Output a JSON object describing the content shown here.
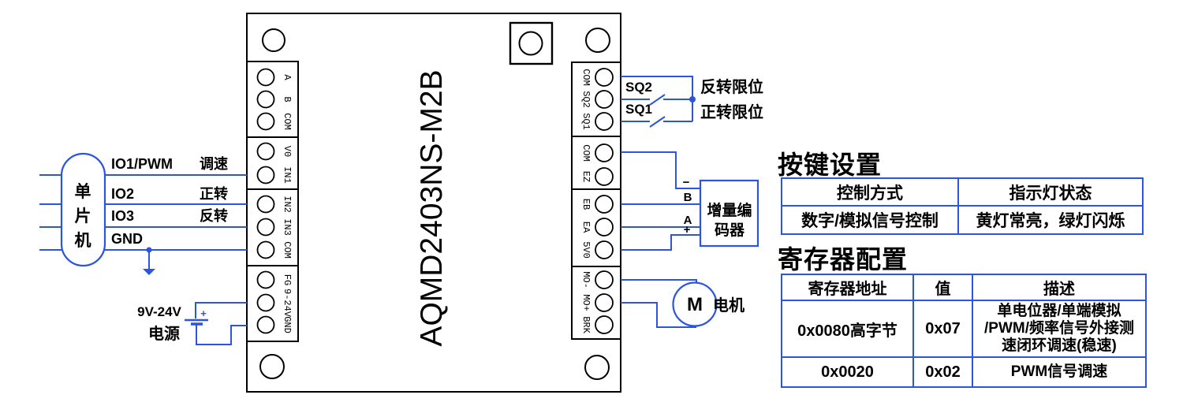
{
  "diagram": {
    "mcu": {
      "chars": [
        "单",
        "片",
        "机"
      ],
      "ports": [
        {
          "name": "IO1/PWM",
          "func": "调速"
        },
        {
          "name": "IO2",
          "func": "正转"
        },
        {
          "name": "IO3",
          "func": "反转"
        },
        {
          "name": "GND",
          "func": ""
        }
      ]
    },
    "board": {
      "title": "AQMD2403NS-M2B",
      "left_terminals": [
        "A",
        "B",
        "COM",
        "V0",
        "IN1",
        "IN2",
        "IN3",
        "COM",
        "FG",
        "9-24V",
        "GND"
      ],
      "right_terminals": [
        "COM",
        "SQ2",
        "SQ1",
        "COM",
        "EZ",
        "EB",
        "EA",
        "5V0",
        "MO-",
        "MO+",
        "BRK"
      ]
    },
    "limit_switches": {
      "sq2": "SQ2",
      "sq1": "SQ1",
      "reverse_label": "反转限位",
      "forward_label": "正转限位"
    },
    "encoder": {
      "line1": "增量编",
      "line2": "码器",
      "pins": [
        "−",
        "B",
        "A",
        "+"
      ]
    },
    "motor": {
      "symbol": "M",
      "label": "电机"
    },
    "power": {
      "range": "9V-24V",
      "label": "电源",
      "plus": "+"
    }
  },
  "tables": {
    "key_settings": {
      "title": "按键设置",
      "headers": [
        "控制方式",
        "指示灯状态"
      ],
      "rows": [
        [
          "数字/模拟信号控制",
          "黄灯常亮，绿灯闪烁"
        ]
      ]
    },
    "registers": {
      "title": "寄存器配置",
      "headers": [
        "寄存器地址",
        "值",
        "描述"
      ],
      "rows": [
        {
          "addr": "0x0080高字节",
          "value": "0x07",
          "desc1": "单电位器/单端模拟",
          "desc2": "/PWM/频率信号外接测",
          "desc3": "速闭环调速(稳速)"
        },
        {
          "addr": "0x0020",
          "value": "0x02",
          "desc1": "PWM信号调速"
        }
      ]
    }
  },
  "colors": {
    "wire": "#2b55dc",
    "ink": "#000000"
  }
}
